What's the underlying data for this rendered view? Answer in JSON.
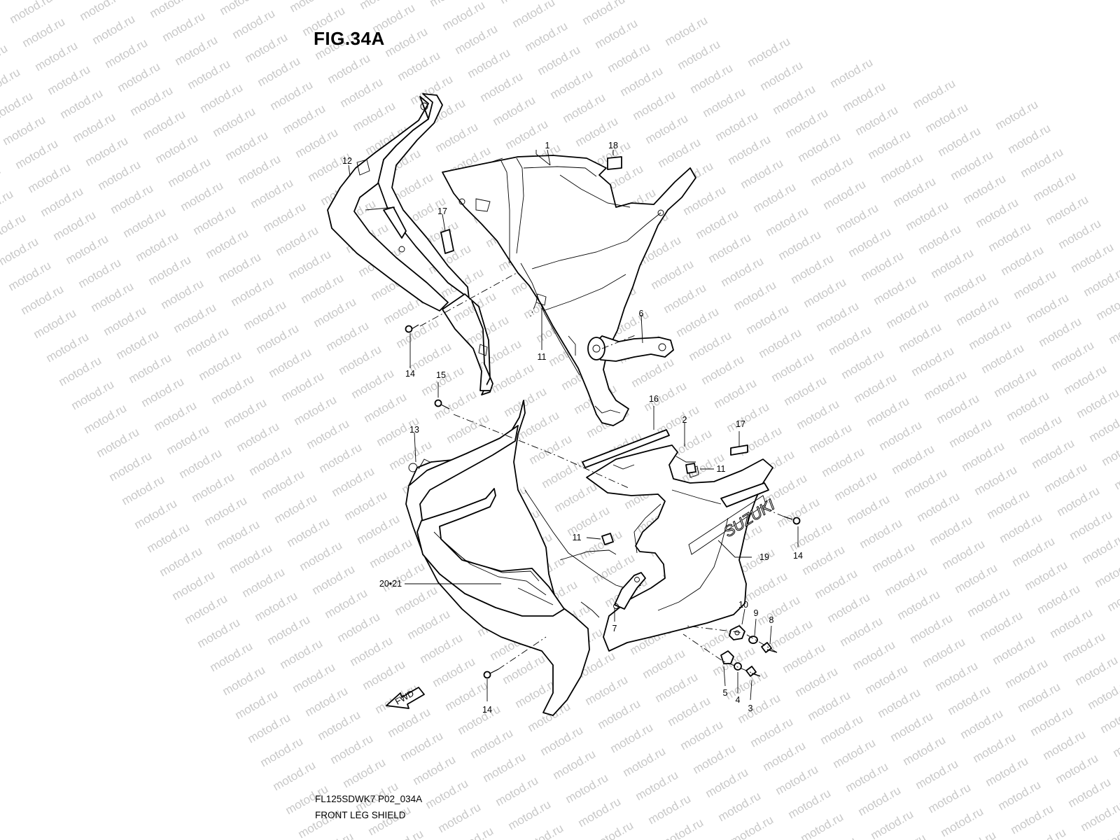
{
  "figure": {
    "title": "FIG.34A",
    "code": "FL125SDWK7 P02_034A",
    "name": "FRONT LEG SHIELD",
    "watermark": "motod.ru",
    "fwd_label": "FWD",
    "brand_mark": "SUZUKI"
  },
  "callouts": {
    "c1": "1",
    "c2": "2",
    "c3": "3",
    "c4": "4",
    "c5": "5",
    "c6": "6",
    "c7": "7",
    "c8": "8",
    "c9": "9",
    "c10": "10",
    "c11a": "11",
    "c11b": "11",
    "c11c": "11",
    "c12": "12",
    "c13": "13",
    "c14a": "14",
    "c14b": "14",
    "c14c": "14",
    "c15": "15",
    "c16": "16",
    "c17a": "17",
    "c17b": "17",
    "c18": "18",
    "c19": "19",
    "c2021": "20•21"
  }
}
